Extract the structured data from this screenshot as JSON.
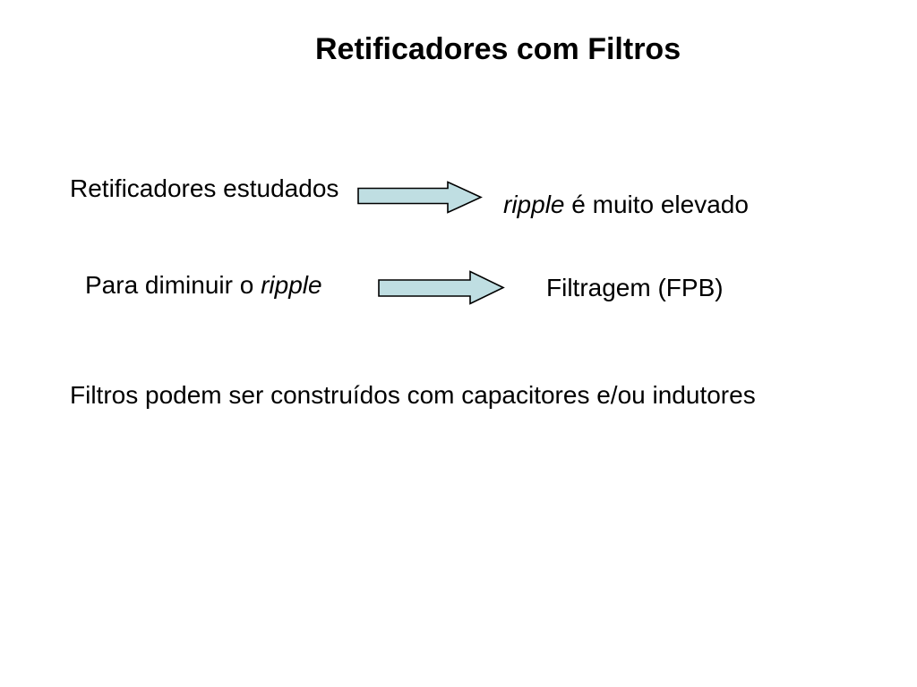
{
  "slide": {
    "title": "Retificadores com Filtros",
    "row1": {
      "left": "Retificadores estudados",
      "right": {
        "italic": "ripple",
        "rest": " é muito elevado"
      }
    },
    "row2": {
      "left": {
        "prefix": "Para diminuir o ",
        "italic": "ripple"
      },
      "right": "Filtragem (FPB)"
    },
    "row3": "Filtros podem ser construídos com capacitores e/ou indutores",
    "icons": {
      "arrow1": "arrow-right-icon",
      "arrow2": "arrow-right-icon"
    }
  },
  "colors": {
    "background": "#ffffff",
    "text": "#000000",
    "arrow_fill": "#bfdee2",
    "arrow_stroke": "#000000"
  }
}
